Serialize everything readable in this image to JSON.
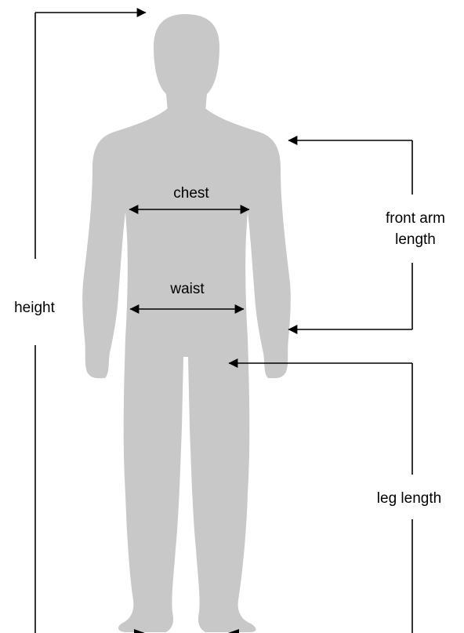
{
  "labels": {
    "height": "height",
    "chest": "chest",
    "waist": "waist",
    "front_arm_line1": "front arm",
    "front_arm_line2": "length",
    "leg_length": "leg length"
  },
  "colors": {
    "figure": "#c8c8c8",
    "lines": "#000000",
    "background": "#ffffff"
  }
}
